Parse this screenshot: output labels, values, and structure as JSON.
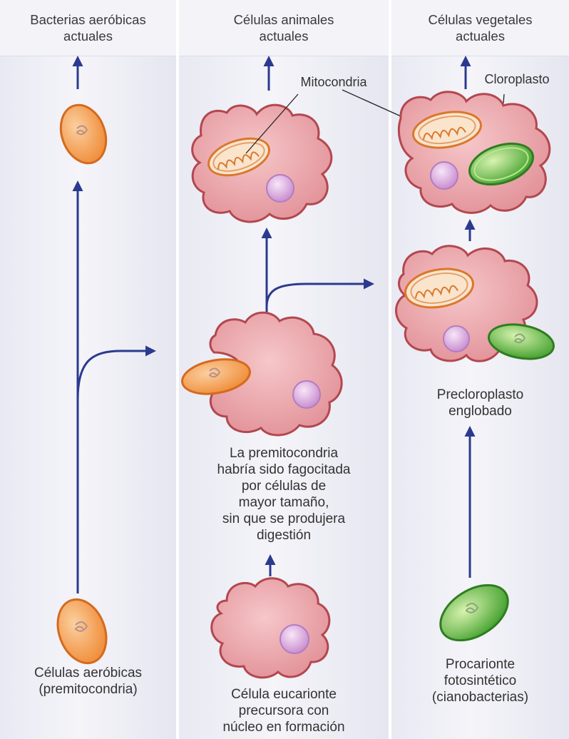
{
  "columns": [
    {
      "header": "Bacterias aeróbicas\nactuales",
      "bottom_caption": "Células aeróbicas\n(premitocondria)"
    },
    {
      "header": "Células animales\nactuales",
      "callout": "Mitocondria",
      "middle_caption": "La premitocondria\nhabría sido fagocitada\npor células de\nmayor tamaño,\nsin que se produjera\ndigestión",
      "bottom_caption": "Célula eucarionte\nprecursora con\nnúcleo en formación"
    },
    {
      "header": "Células vegetales\nactuales",
      "callout": "Cloroplasto",
      "middle_caption": "Precloroplasto\nenglobado",
      "bottom_caption": "Procarionte\nfotosintético\n(cianobacterias)"
    }
  ],
  "colors": {
    "arrow": "#2b3a8f",
    "cell_fill": "#e9a3a8",
    "cell_stroke": "#b3474f",
    "bacterium": "#f19a4a",
    "chloroplast": "#5cb83c",
    "nucleus": "#e3b8e6"
  }
}
